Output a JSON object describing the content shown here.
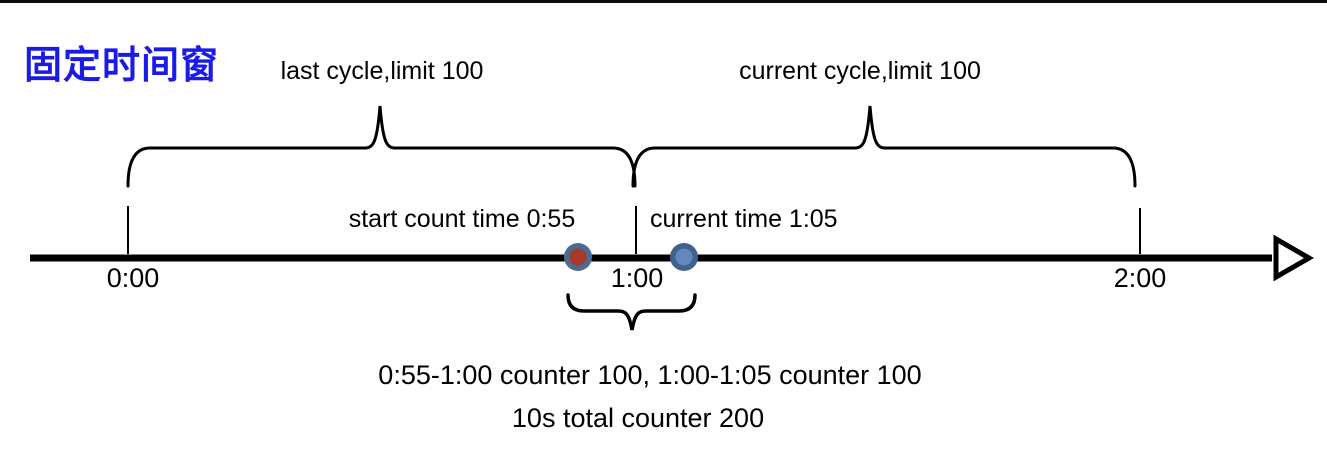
{
  "title": {
    "text": "固定时间窗",
    "color": "#1b1be8"
  },
  "cycles": {
    "last": {
      "label": "last cycle,limit 100"
    },
    "current": {
      "label": "current cycle,limit 100"
    }
  },
  "timeline": {
    "ticks": [
      "0:00",
      "1:00",
      "2:00"
    ],
    "line_color": "#000000"
  },
  "markers": {
    "start_count": {
      "label": "start count time 0:55",
      "ring_color": "#4d6a92",
      "inner_color": "#a8392b"
    },
    "current_time": {
      "label": "current time 1:05",
      "ring_color": "#40618f",
      "inner_color": "#6289bd"
    }
  },
  "summary": {
    "line1": "0:55-1:00 counter 100, 1:00-1:05 counter 100",
    "line2": "10s total counter 200"
  }
}
